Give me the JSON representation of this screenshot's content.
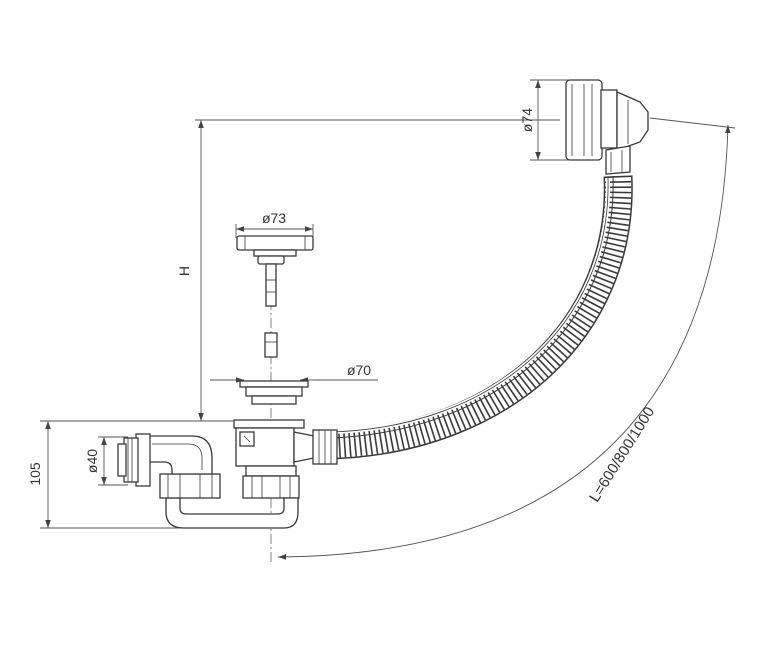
{
  "dimensions": {
    "d74": "ø74",
    "d73": "ø73",
    "d70": "ø70",
    "d40": "ø40",
    "h": "H",
    "h105": "105",
    "length": "L=600/800/1000"
  }
}
